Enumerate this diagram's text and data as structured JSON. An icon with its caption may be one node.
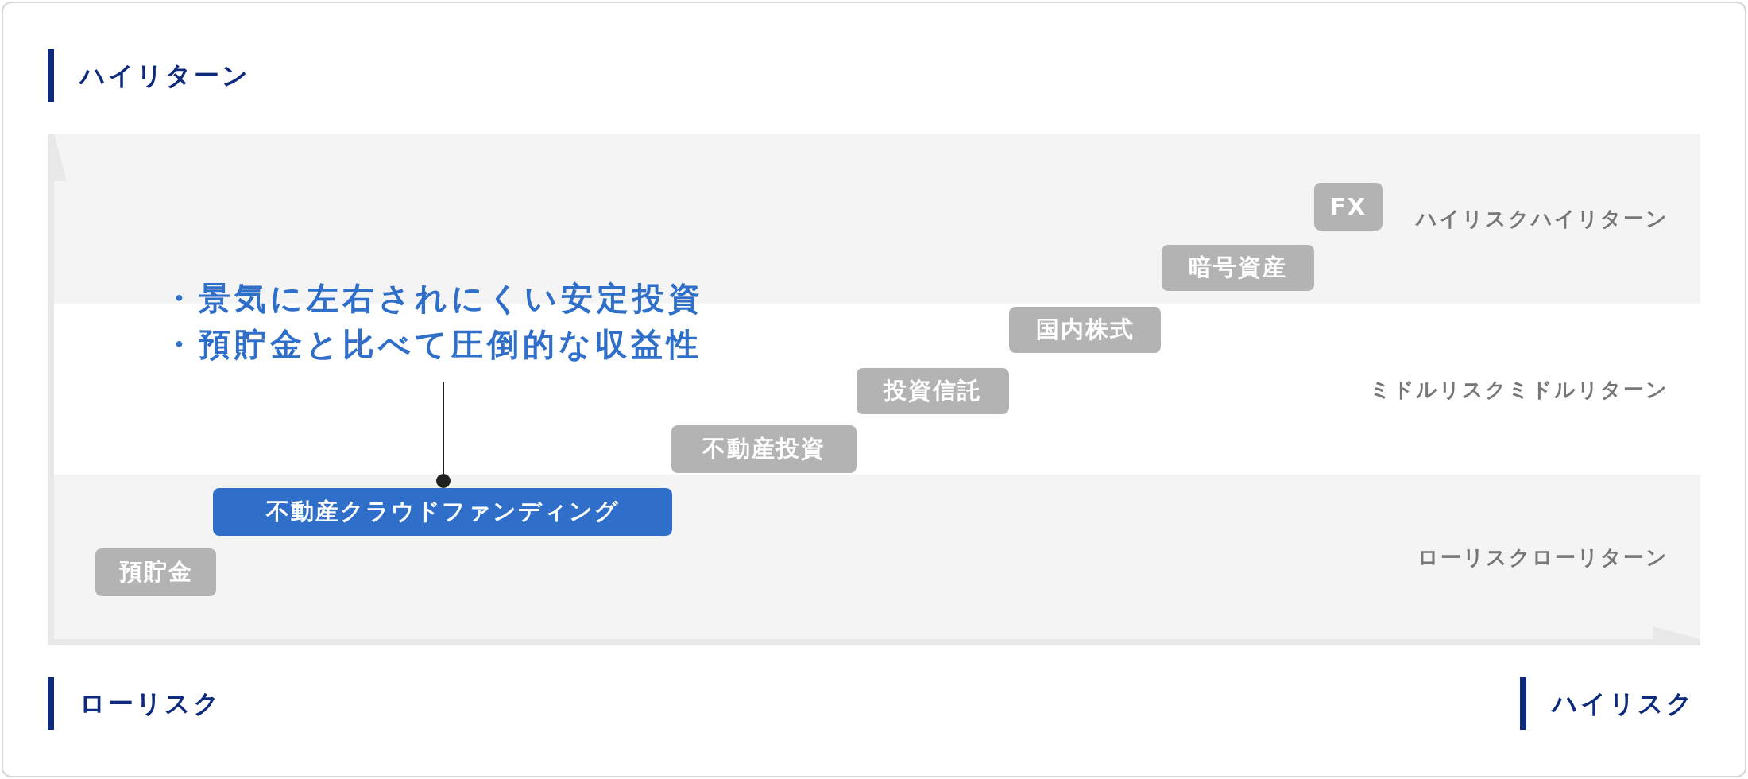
{
  "diagram": {
    "nodes": [
      {
        "text": [
          "ハイリスクハイリターン"
        ]
      },
      {
        "text": [
          "FX"
        ],
        "in": 0
      },
      {
        "text": [
          "暗号資産"
        ],
        "in": 0
      },
      {
        "text": [
          "・景気に左右されにくい安定投資",
          "・預貯金と比べて圧倒的な収益性"
        ]
      },
      {
        "text": [
          "ミドルリスクミドルリターン"
        ]
      },
      {
        "text": [
          "国内株式"
        ],
        "in": 4
      },
      {
        "text": [
          "投資信託"
        ],
        "in": 4
      },
      {
        "text": [
          "不動産投資"
        ],
        "in": 4
      },
      {
        "text": [
          "ローリスクローリターン"
        ]
      },
      {
        "text": [
          "不動産クラウドファンディング"
        ],
        "in": 8
      },
      {
        "text": [
          "預貯金"
        ],
        "in": 8
      }
    ],
    "edges": [
      {
        "from": 3,
        "to": 9,
        "arrow": "other"
      }
    ],
    "labels": [
      "ハイリターン",
      "ローリスク",
      "ハイリスク"
    ]
  }
}
